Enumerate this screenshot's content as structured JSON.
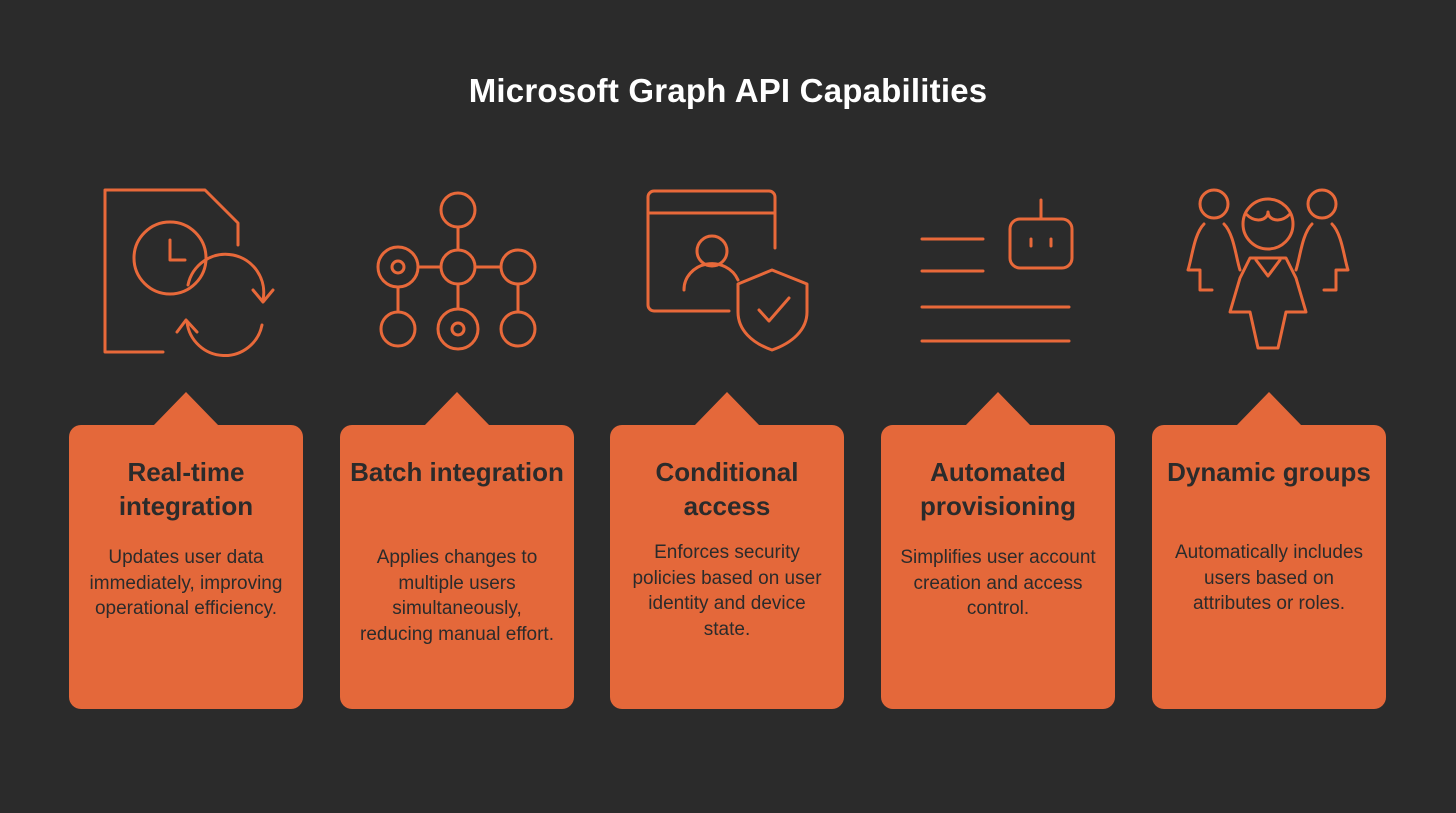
{
  "title": "Microsoft Graph API Capabilities",
  "accent_color": "#e4683a",
  "background_color": "#2b2b2b",
  "capabilities": [
    {
      "icon": "document-clock-refresh-icon",
      "title": "Real-time integration",
      "description": "Updates user data immediately, improving operational efficiency."
    },
    {
      "icon": "network-nodes-icon",
      "title": "Batch integration",
      "description": "Applies changes to multiple users simultaneously, reducing manual effort."
    },
    {
      "icon": "user-shield-check-icon",
      "title": "Conditional access",
      "description": "Enforces security policies based on user identity and device state."
    },
    {
      "icon": "robot-list-icon",
      "title": "Automated provisioning",
      "description": "Simplifies user account creation and access control."
    },
    {
      "icon": "people-group-icon",
      "title": "Dynamic groups",
      "description": "Automatically includes users based on attributes or roles."
    }
  ]
}
